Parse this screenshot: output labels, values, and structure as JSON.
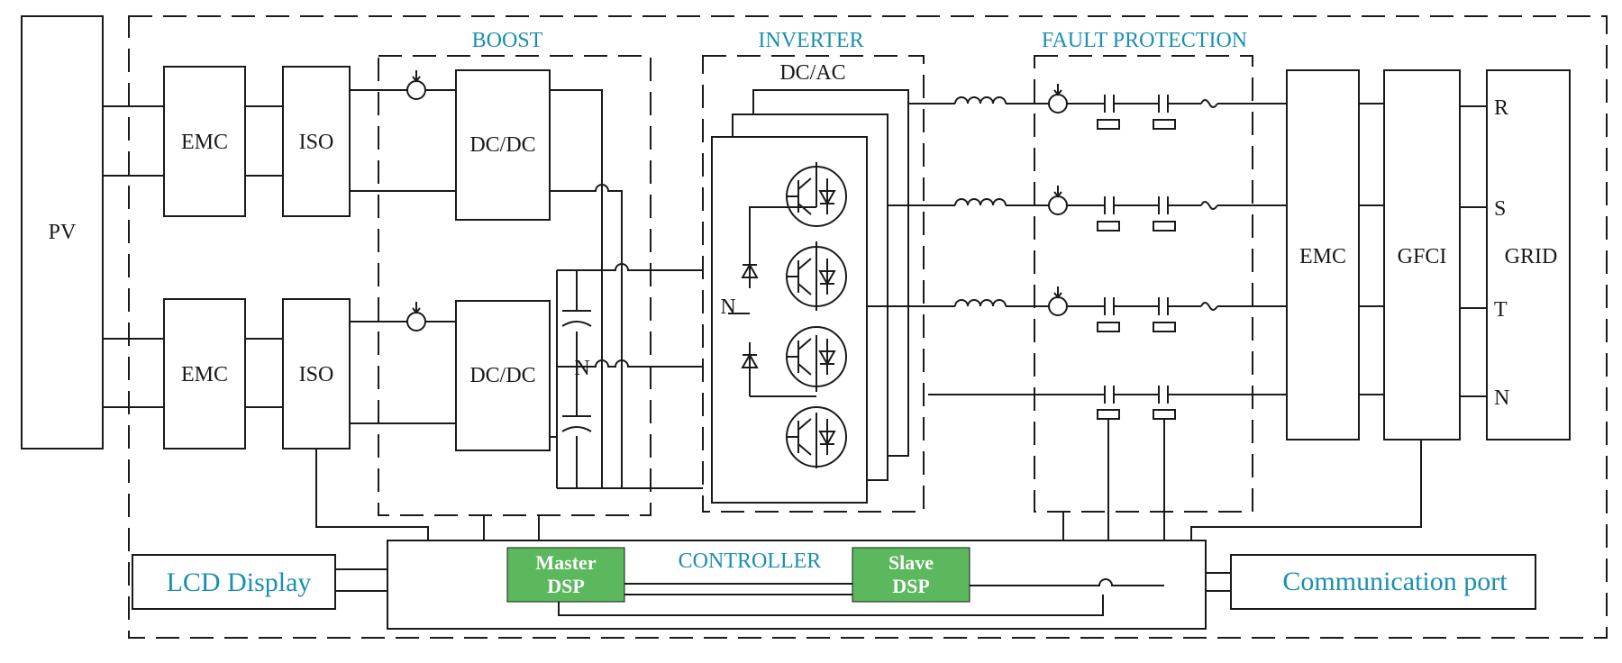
{
  "colors": {
    "accent": "#1a8fb0",
    "dsp_fill": "#5cb85c",
    "line": "#1a1a1a"
  },
  "blocks": {
    "pv": "PV",
    "emc1": "EMC",
    "iso1": "ISO",
    "emc2": "EMC",
    "iso2": "ISO",
    "dcdc1": "DC/DC",
    "dcdc2": "DC/DC",
    "dcac": "DC/AC",
    "emc_out": "EMC",
    "gfci": "GFCI",
    "grid": "GRID",
    "lcd": "LCD Display",
    "comm": "Communication port",
    "master_line1": "Master",
    "master_line2": "DSP",
    "slave_line1": "Slave",
    "slave_line2": "DSP"
  },
  "sections": {
    "boost": "BOOST",
    "inverter": "INVERTER",
    "fault": "FAULT PROTECTION",
    "controller": "CONTROLLER"
  },
  "labels": {
    "n_cap": "N",
    "n_inv": "N",
    "r": "R",
    "s": "S",
    "t": "T",
    "n": "N"
  }
}
